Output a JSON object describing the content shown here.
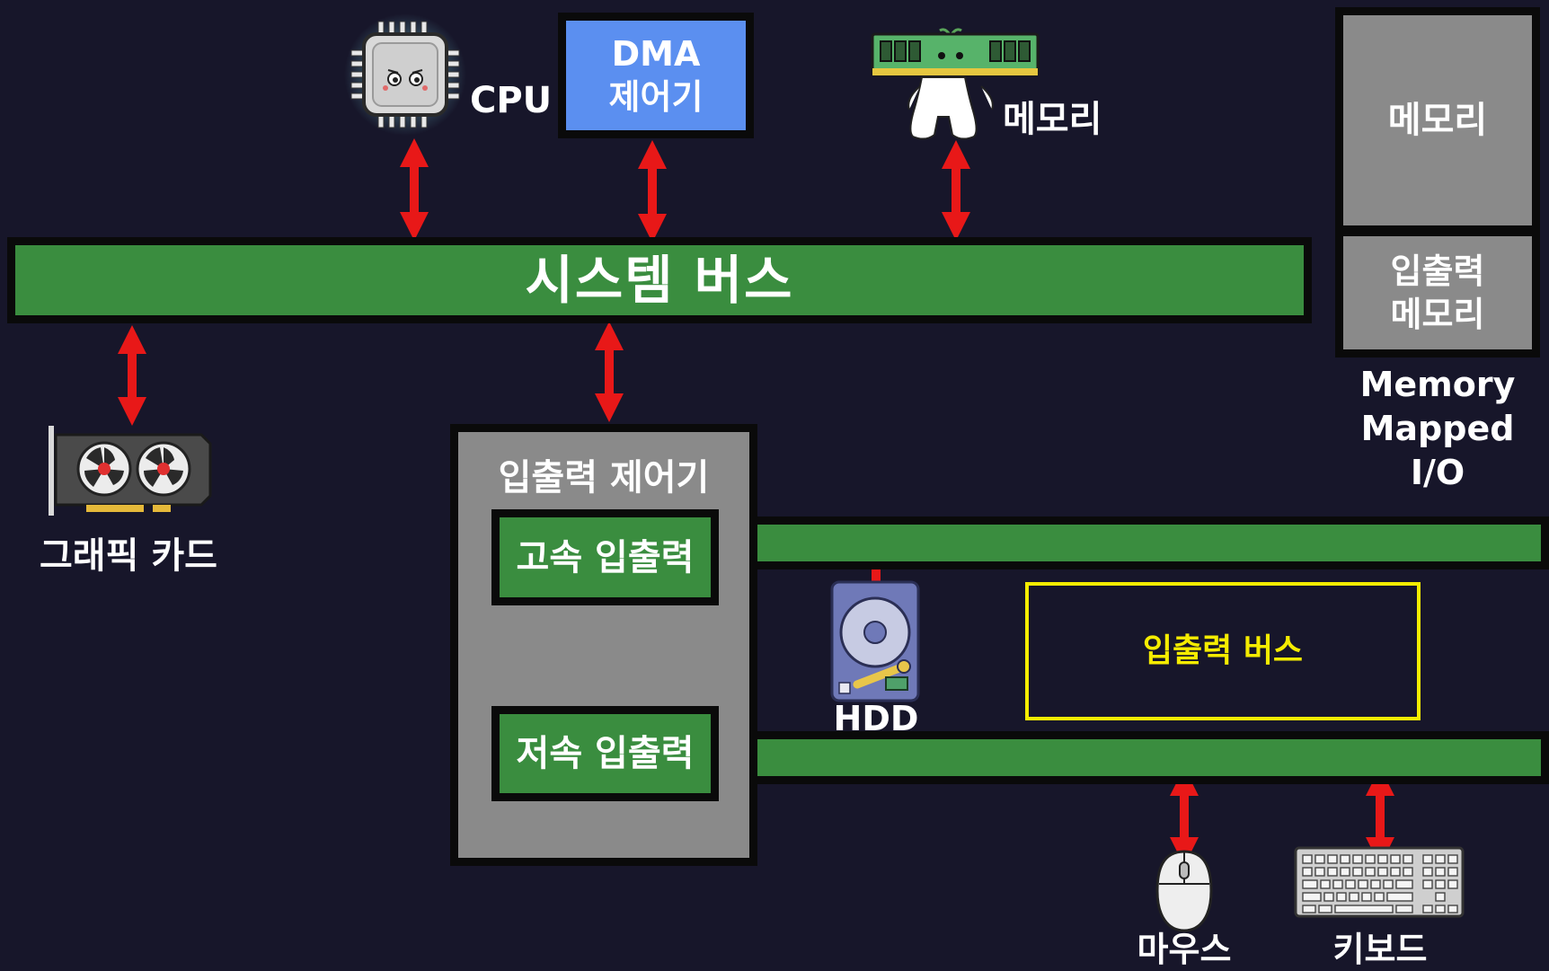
{
  "labels": {
    "cpu": "CPU",
    "dma": "DMA\n제어기",
    "memory_top": "메모리",
    "system_bus": "시스템 버스",
    "graphics_card": "그래픽 카드",
    "io_controller": "입출력 제어기",
    "high_speed_io": "고속 입출력",
    "low_speed_io": "저속 입출력",
    "hdd": "HDD",
    "io_bus": "입출력 버스",
    "mouse": "마우스",
    "keyboard": "키보드",
    "mm_memory": "메모리",
    "mm_io_memory": "입출력\n메모리",
    "mm_caption": "Memory\nMapped\nI/O"
  },
  "colors": {
    "background": "#17162a",
    "bus_green": "#3a8d3f",
    "dma_blue": "#5b8ff0",
    "controller_gray": "#8a8a8a",
    "arrow_red": "#e81818",
    "io_bus_yellow": "#f5ec00",
    "outline_black": "#0a0a0a"
  },
  "icons": {
    "cpu": "cpu-chip-icon",
    "memory": "ram-stick-character-icon",
    "graphics_card": "graphics-card-icon",
    "hdd": "hard-disk-icon",
    "mouse": "mouse-icon",
    "keyboard": "keyboard-icon"
  }
}
